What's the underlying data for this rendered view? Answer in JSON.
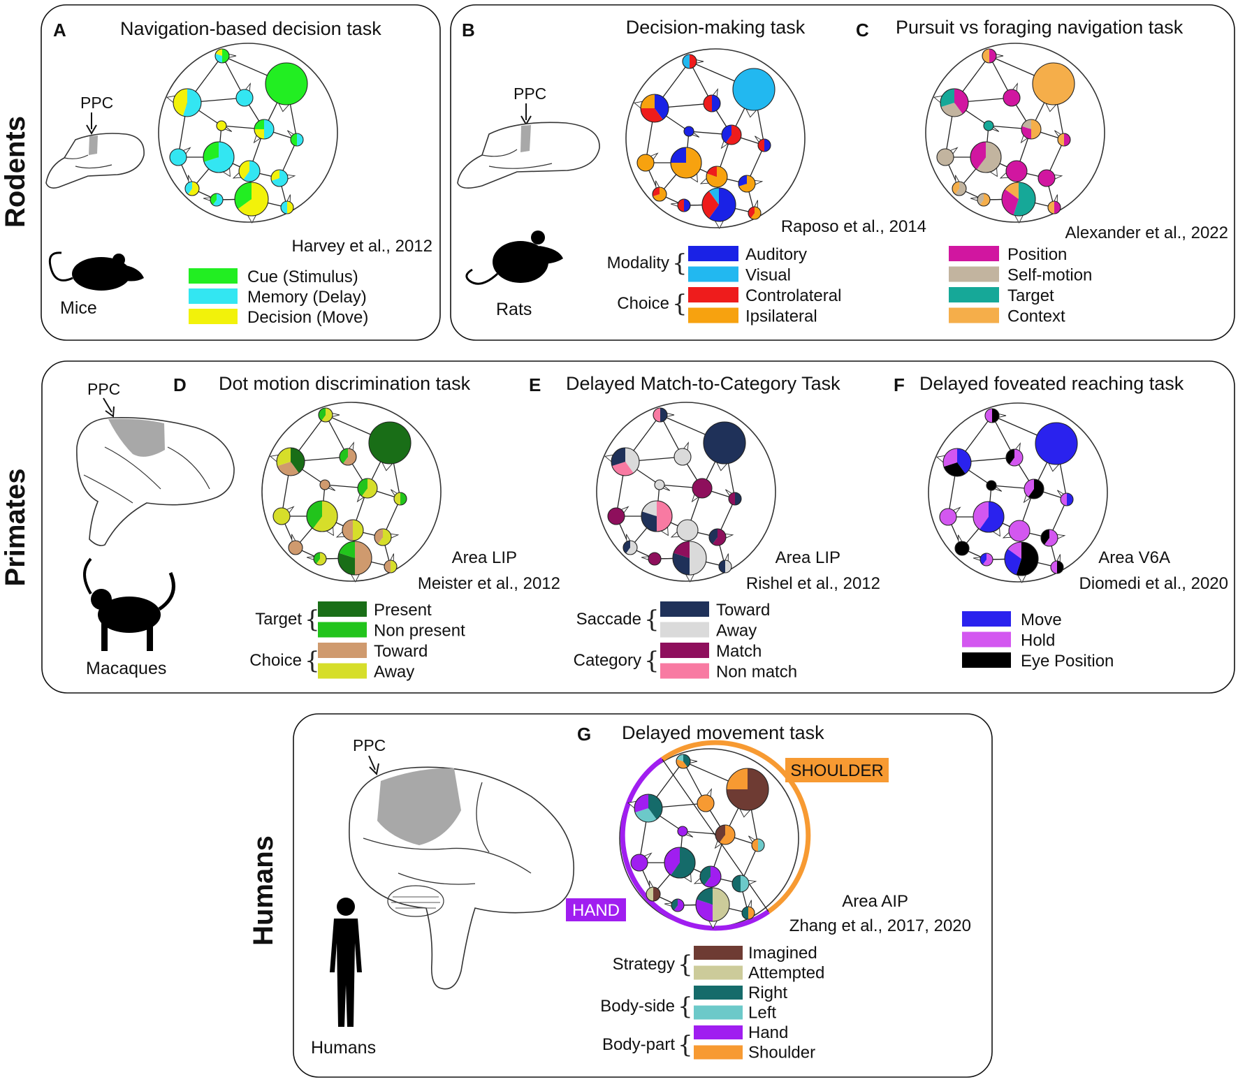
{
  "rows": {
    "rodents": "Rodents",
    "primates": "Primates",
    "humans": "Humans"
  },
  "panels": {
    "A": {
      "letter": "A",
      "title": "Navigation-based decision task",
      "citation": "Harvey et al., 2012",
      "species": "Mice",
      "ppc": "PPC",
      "legend": [
        {
          "label": "Cue (Stimulus)",
          "color": "#22ee22"
        },
        {
          "label": "Memory (Delay)",
          "color": "#33e6f2"
        },
        {
          "label": "Decision (Move)",
          "color": "#f2f20a"
        }
      ]
    },
    "B": {
      "letter": "B",
      "title": "Decision-making task",
      "citation": "Raposo et al., 2014",
      "species": "Rats",
      "ppc": "PPC",
      "groups": [
        "Modality",
        "Choice"
      ],
      "legend": [
        {
          "label": "Auditory",
          "color": "#1a22e6"
        },
        {
          "label": "Visual",
          "color": "#22b8f0"
        },
        {
          "label": "Controlateral",
          "color": "#ee1c1c"
        },
        {
          "label": "Ipsilateral",
          "color": "#f7a20f"
        }
      ]
    },
    "C": {
      "letter": "C",
      "title": "Pursuit vs foraging navigation task",
      "citation": "Alexander et al., 2022",
      "legend": [
        {
          "label": "Position",
          "color": "#d116a0"
        },
        {
          "label": "Self-motion",
          "color": "#c2b49f"
        },
        {
          "label": "Target",
          "color": "#16a898"
        },
        {
          "label": "Context",
          "color": "#f5ae4a"
        }
      ]
    },
    "D": {
      "letter": "D",
      "title": "Dot motion discrimination task",
      "area": "Area LIP",
      "citation": "Meister et al., 2012",
      "species": "Macaques",
      "ppc": "PPC",
      "groups": [
        "Target",
        "Choice"
      ],
      "legend": [
        {
          "label": "Present",
          "color": "#196e17"
        },
        {
          "label": "Non present",
          "color": "#22c41c"
        },
        {
          "label": "Toward",
          "color": "#cf9a6e"
        },
        {
          "label": "Away",
          "color": "#d6de2a"
        }
      ]
    },
    "E": {
      "letter": "E",
      "title": "Delayed Match-to-Category Task",
      "area": "Area LIP",
      "citation": "Rishel et al., 2012",
      "groups": [
        "Saccade",
        "Category"
      ],
      "legend": [
        {
          "label": "Toward",
          "color": "#1f3159"
        },
        {
          "label": "Away",
          "color": "#dadada"
        },
        {
          "label": "Match",
          "color": "#8e0f5c"
        },
        {
          "label": "Non match",
          "color": "#f87aa2"
        }
      ]
    },
    "F": {
      "letter": "F",
      "title": "Delayed foveated reaching task",
      "area": "Area V6A",
      "citation": "Diomedi et al., 2020",
      "legend": [
        {
          "label": "Move",
          "color": "#2a22ee"
        },
        {
          "label": "Hold",
          "color": "#d357f0"
        },
        {
          "label": "Eye Position",
          "color": "#000000"
        }
      ]
    },
    "G": {
      "letter": "G",
      "title": "Delayed movement task",
      "area": "Area AIP",
      "citation": "Zhang et al., 2017, 2020",
      "species": "Humans",
      "ppc": "PPC",
      "shoulder_tag": "SHOULDER",
      "hand_tag": "HAND",
      "groups": [
        "Strategy",
        "Body-side",
        "Body-part"
      ],
      "legend": [
        {
          "label": "Imagined",
          "color": "#6e3b33"
        },
        {
          "label": "Attempted",
          "color": "#cccb9a"
        },
        {
          "label": "Right",
          "color": "#156b6a"
        },
        {
          "label": "Left",
          "color": "#6cc9c9"
        },
        {
          "label": "Hand",
          "color": "#a01ef0"
        },
        {
          "label": "Shoulder",
          "color": "#f79a32"
        }
      ]
    }
  }
}
